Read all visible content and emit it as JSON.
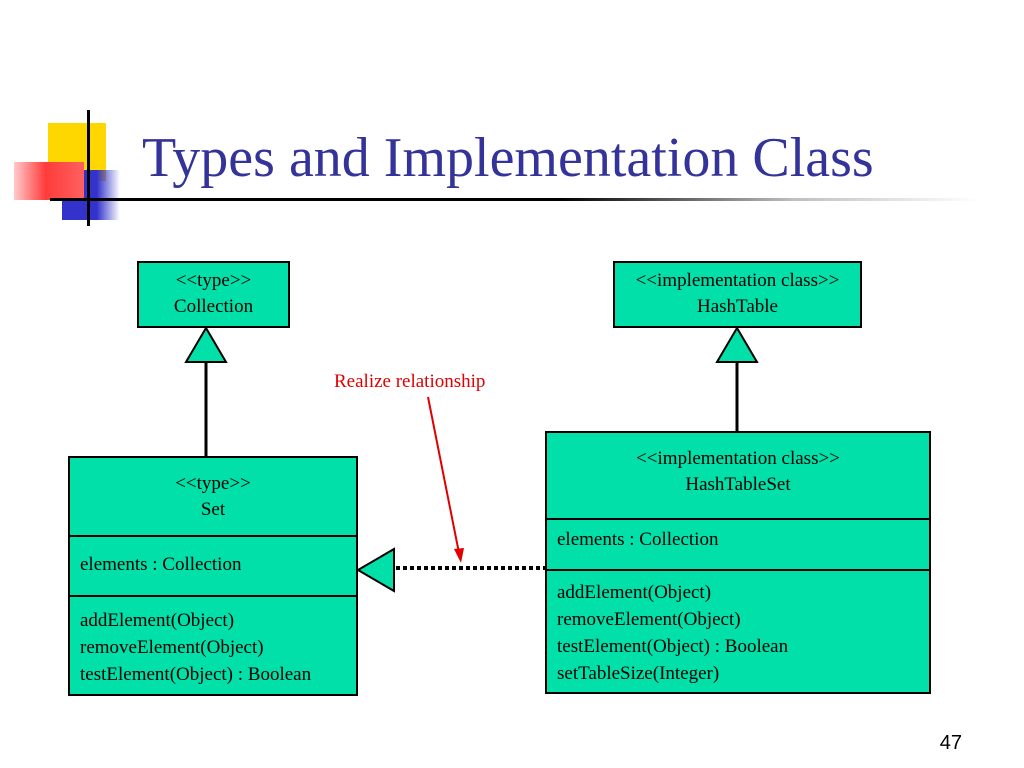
{
  "slide": {
    "title": "Types and Implementation Class",
    "page_number": "47",
    "relationship_label": "Realize relationship"
  },
  "boxes": {
    "collection": {
      "stereotype": "<<type>>",
      "name": "Collection"
    },
    "hashtable": {
      "stereotype": "<<implementation class>>",
      "name": "HashTable"
    },
    "set": {
      "stereotype": "<<type>>",
      "name": "Set",
      "attributes": [
        "elements : Collection"
      ],
      "operations": [
        "addElement(Object)",
        "removeElement(Object)",
        "testElement(Object) : Boolean"
      ]
    },
    "hashtableset": {
      "stereotype": "<<implementation class>>",
      "name": "HashTableSet",
      "attributes": [
        "elements : Collection"
      ],
      "operations": [
        "addElement(Object)",
        "removeElement(Object)",
        "testElement(Object) : Boolean",
        "setTableSize(Integer)"
      ]
    }
  },
  "colors": {
    "box_fill": "#00e0a8",
    "title": "#333399",
    "annotation": "#e00000"
  }
}
